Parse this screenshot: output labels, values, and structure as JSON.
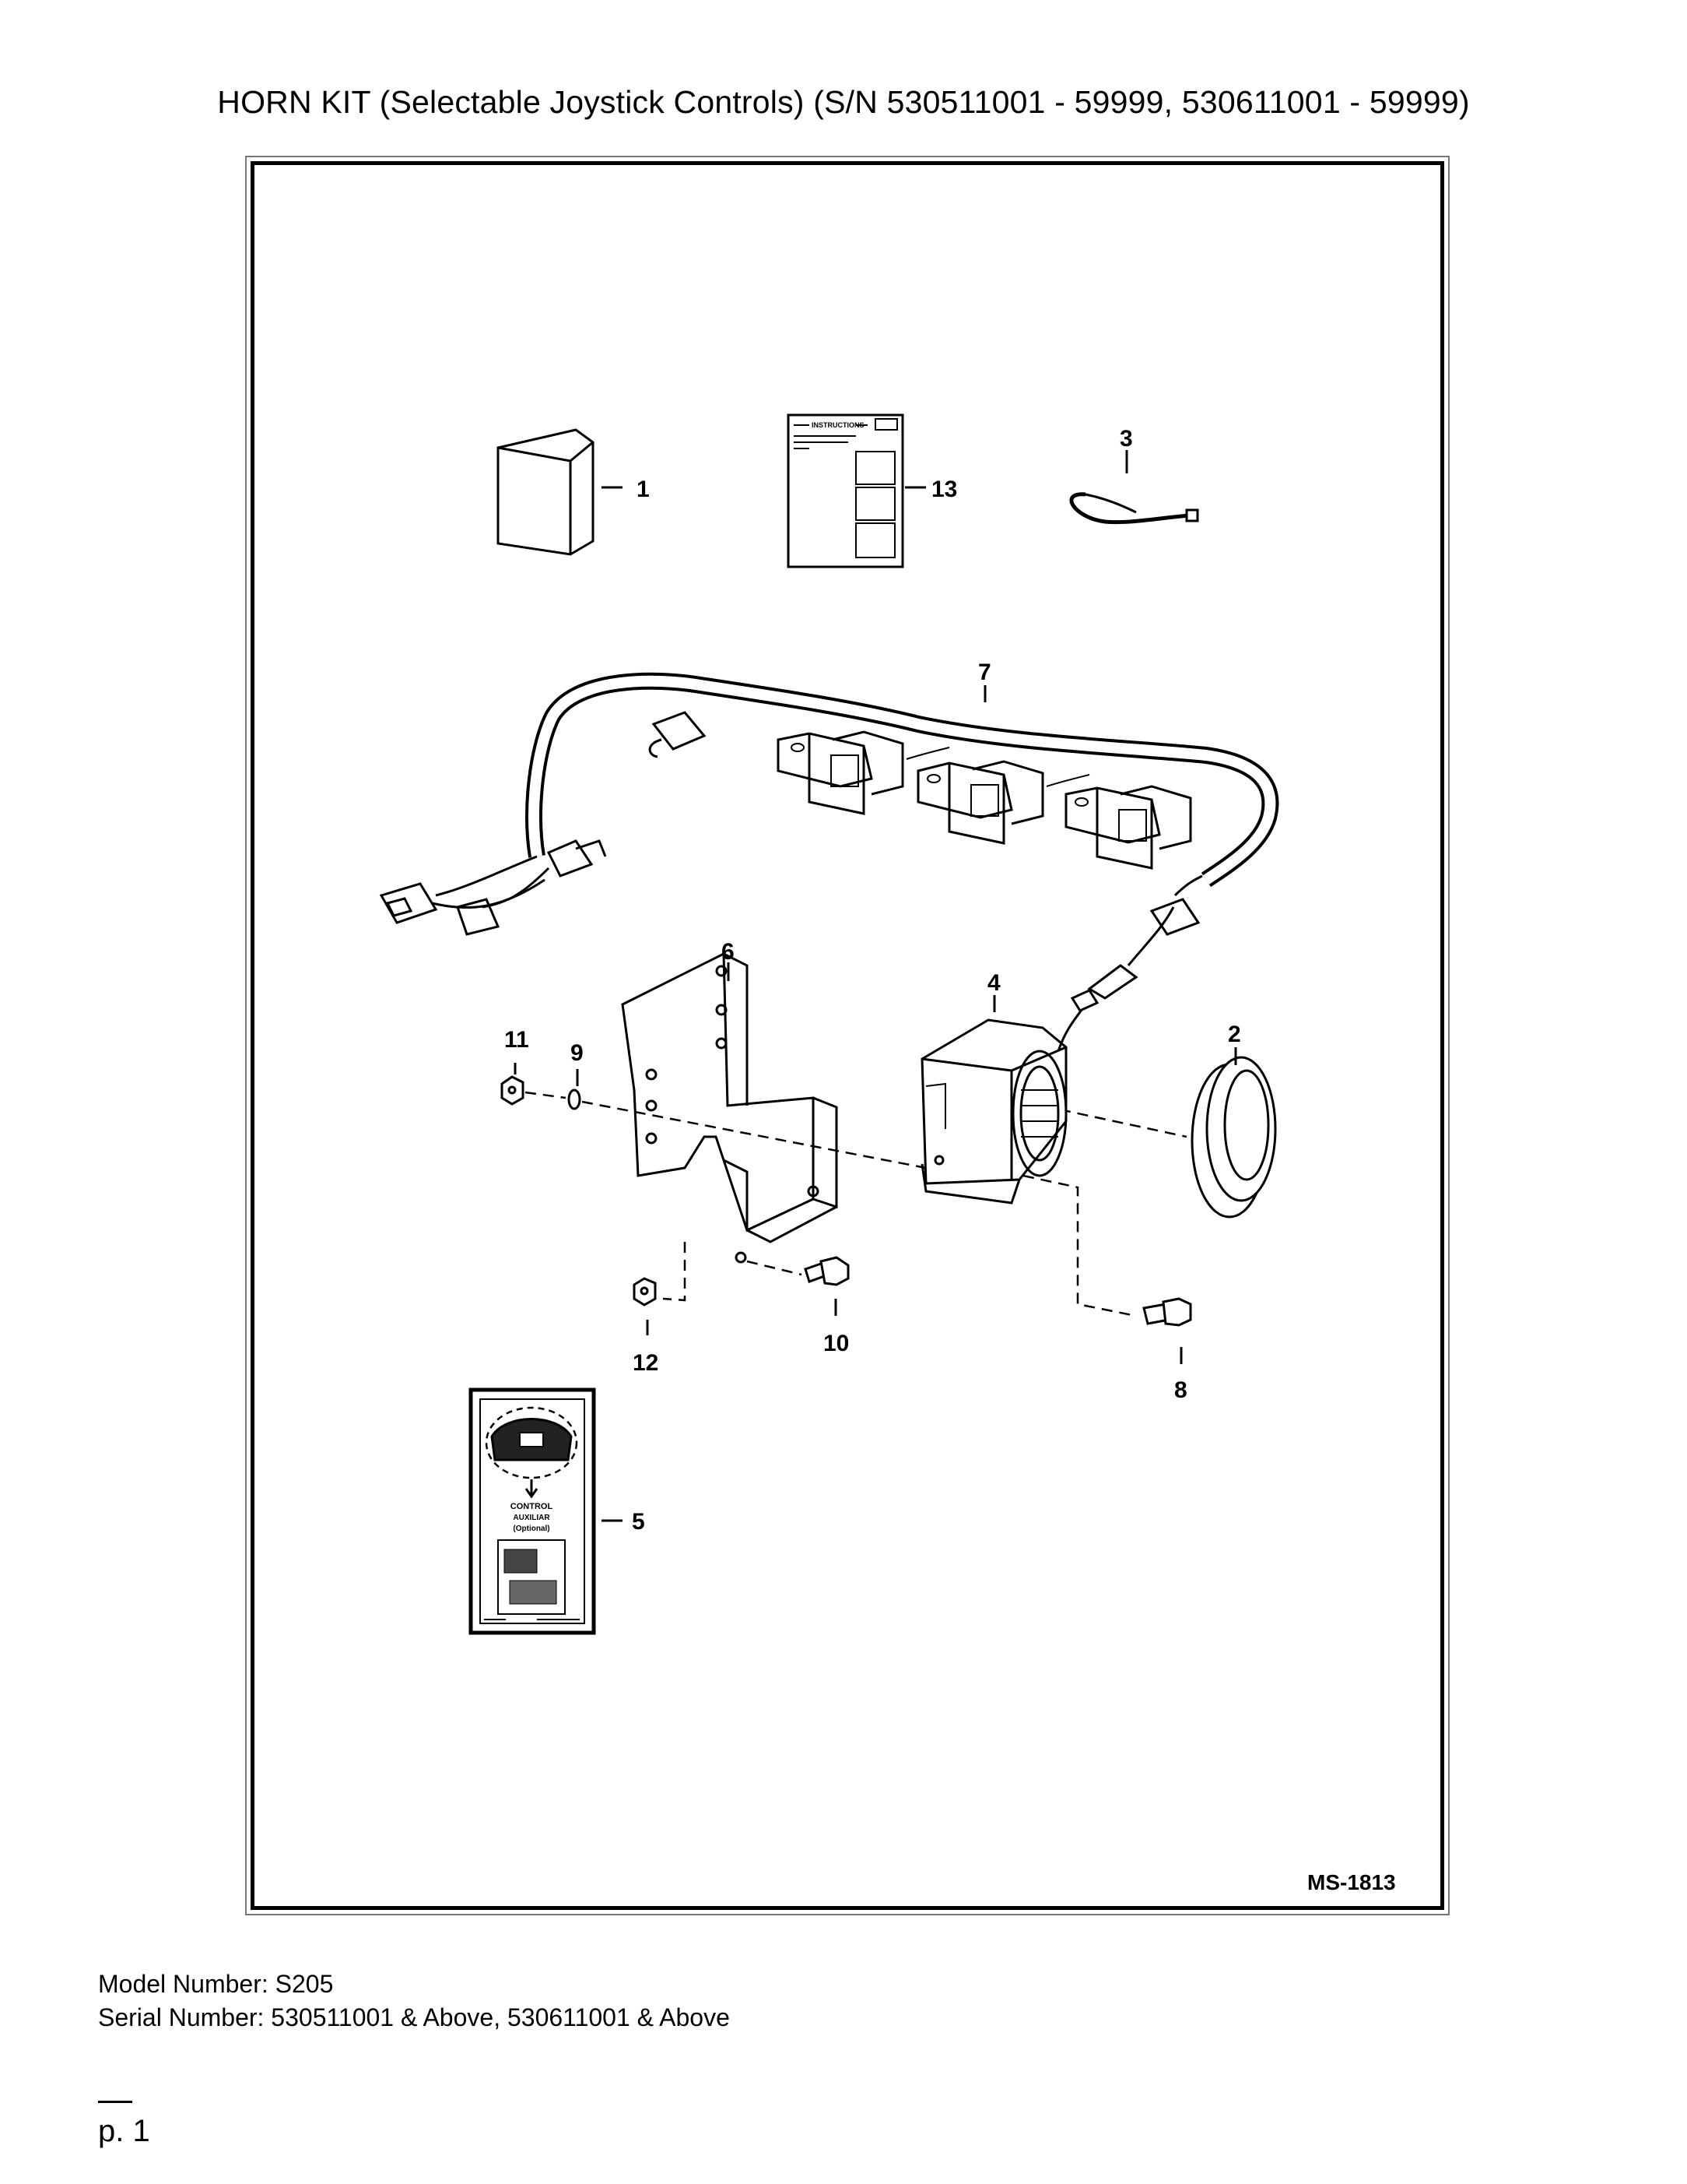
{
  "title": "HORN KIT (Selectable Joystick Controls) (S/N 530511001 - 59999, 530611001 - 59999)",
  "diagram": {
    "drawing_id": "MS-1813",
    "callouts": [
      "1",
      "2",
      "3",
      "4",
      "5",
      "6",
      "7",
      "8",
      "9",
      "10",
      "11",
      "12",
      "13"
    ],
    "instructions_label": "INSTRUCTIONS",
    "decal_text": [
      "CONTROL",
      "AUXILIAR",
      "(Optional)"
    ]
  },
  "footer": {
    "model": "Model Number: S205",
    "serial": "Serial Number: 530511001 & Above, 530611001 & Above"
  },
  "page": "p. 1"
}
